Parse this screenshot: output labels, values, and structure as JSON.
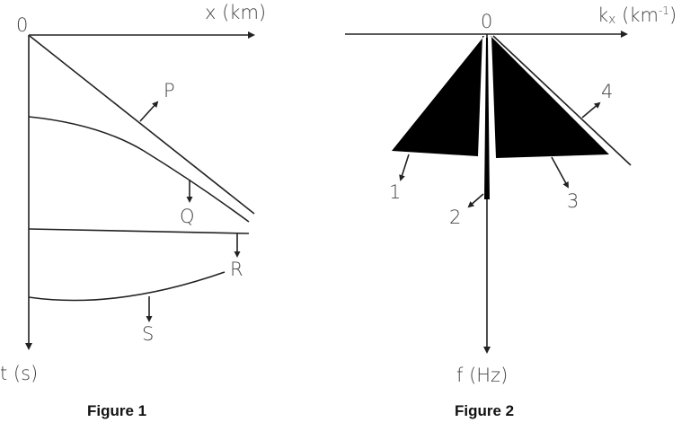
{
  "figure1": {
    "caption": "Figure 1",
    "origin_label": "0",
    "x_axis_label": "x (km)",
    "y_axis_label": "t (s)",
    "events": [
      {
        "id": "P",
        "label": "P",
        "shape": "straight line from origin (direct arrival)"
      },
      {
        "id": "Q",
        "label": "Q",
        "shape": "hyperbola, curving downward"
      },
      {
        "id": "R",
        "label": "R",
        "shape": "flat horizontal line"
      },
      {
        "id": "S",
        "label": "S",
        "shape": "concave-up curve"
      }
    ]
  },
  "figure2": {
    "caption": "Figure 2",
    "origin_label": "0",
    "x_axis_label_base": "k",
    "x_axis_label_sub": "x",
    "x_axis_label_unit_pre": " (km",
    "x_axis_label_sup": "-1",
    "x_axis_label_unit_post": ")",
    "y_axis_label": "f (Hz)",
    "regions": [
      {
        "id": "1",
        "label": "1",
        "shape": "left filled wedge"
      },
      {
        "id": "2",
        "label": "2",
        "shape": "narrow vertical bar at k=0"
      },
      {
        "id": "3",
        "label": "3",
        "shape": "right filled wedge"
      },
      {
        "id": "4",
        "label": "4",
        "shape": "thin line along right wedge edge"
      }
    ]
  },
  "colors": {
    "line": "#222222",
    "fill": "#000000",
    "text": "#444444",
    "background": "#ffffff"
  }
}
